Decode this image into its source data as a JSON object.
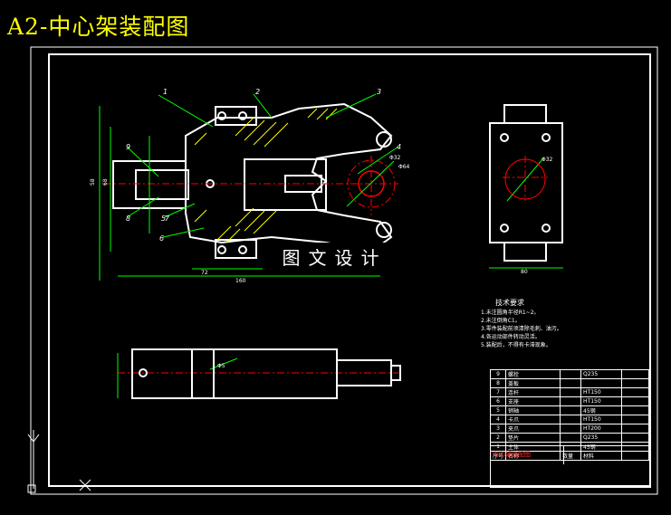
{
  "title": "A2-中心架装配图",
  "watermark": "图文设计",
  "leader_labels": [
    "1",
    "2",
    "3",
    "4",
    "5",
    "6",
    "7",
    "8",
    "9"
  ],
  "dimensions": {
    "d1": "Φ32",
    "d2": "Φ64",
    "d3": "Φ32",
    "width_total": "160",
    "sub_width": "72",
    "side_width": "80",
    "height_left": "58",
    "height_left2": "68",
    "bottom_dim": "Φ5"
  },
  "tech_requirements": {
    "heading": "技术要求",
    "items": [
      "1.未注圆角半径R1~2。",
      "2.未注倒角C1。",
      "3.零件装配前须清除毛刺、油污。",
      "4.各运动部件转动灵活。",
      "5.装配后，不得有卡滞现象。"
    ]
  },
  "bom": [
    {
      "no": "9",
      "name": "螺栓",
      "qty": "",
      "mat": "Q235"
    },
    {
      "no": "8",
      "name": "盖板",
      "qty": "",
      "mat": ""
    },
    {
      "no": "7",
      "name": "连杆",
      "qty": "",
      "mat": "HT150"
    },
    {
      "no": "6",
      "name": "支座",
      "qty": "",
      "mat": "HT150"
    },
    {
      "no": "5",
      "name": "销轴",
      "qty": "",
      "mat": "45钢"
    },
    {
      "no": "4",
      "name": "卡爪",
      "qty": "",
      "mat": "HT150"
    },
    {
      "no": "3",
      "name": "夹爪",
      "qty": "",
      "mat": "HT200"
    },
    {
      "no": "2",
      "name": "垫片",
      "qty": "",
      "mat": "Q235"
    },
    {
      "no": "1",
      "name": "主体",
      "qty": "",
      "mat": "45钢"
    },
    {
      "no": "序号",
      "name": "名称",
      "qty": "数量",
      "mat": "材料"
    }
  ],
  "title_block": {
    "name": "中心架装配图"
  },
  "colors": {
    "outline": "#ffffff",
    "centerline": "#ff0000",
    "dimension": "#00ff00",
    "hatch": "#ffff00",
    "title": "#ffff00"
  }
}
